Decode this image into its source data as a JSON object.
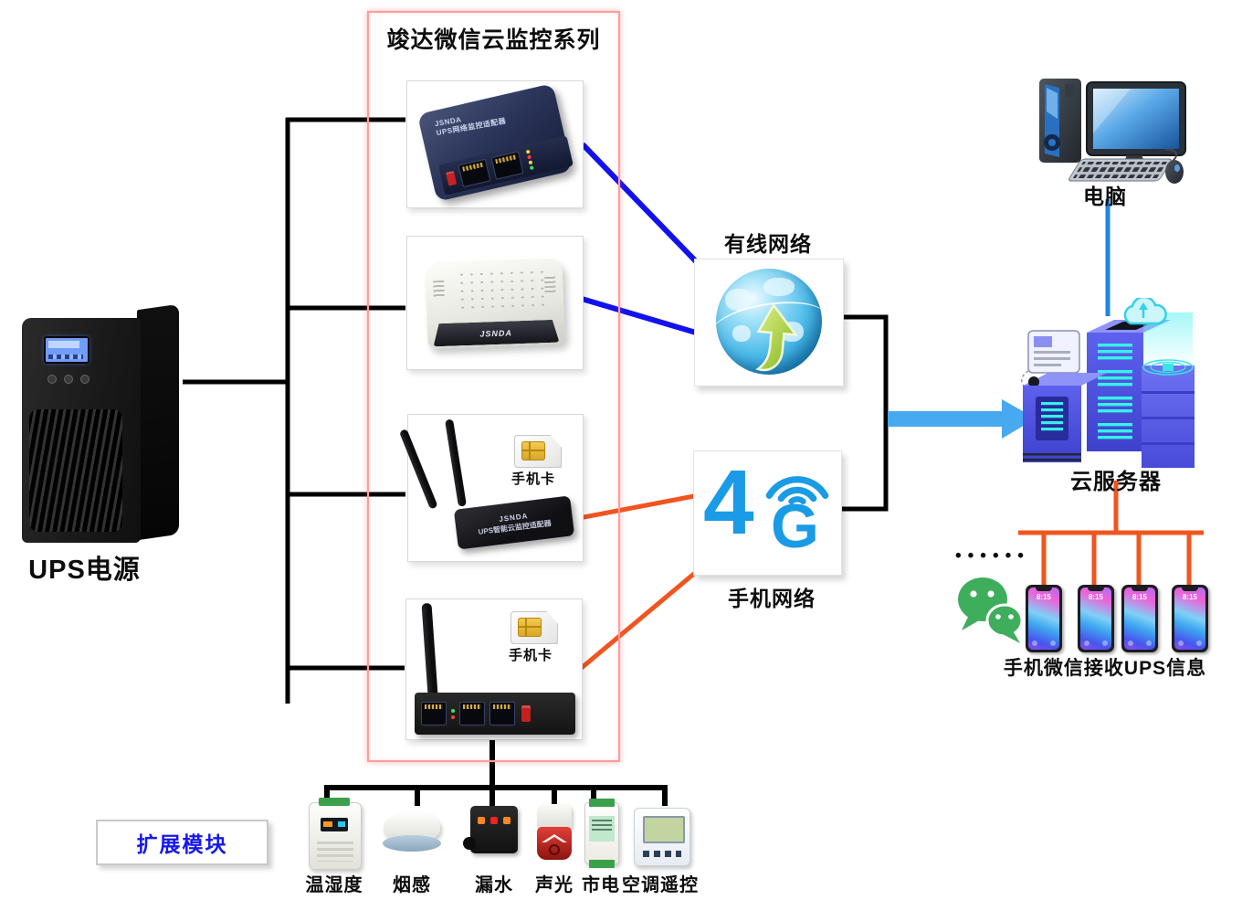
{
  "title": "竣达微信云监控系列",
  "ups": {
    "label": "UPS电源"
  },
  "series_box": {
    "devices": [
      {
        "name": "wired-monitor-adapter",
        "brand": "JSNDA",
        "label": "UPS网络监控适配器"
      },
      {
        "name": "modem-adapter",
        "brand": "JSNDA"
      },
      {
        "name": "4g-cloud-monitor-adapter",
        "brand": "JSNDA",
        "label": "UPS智能云监控适配器",
        "sim_label": "手机卡"
      },
      {
        "name": "4g-rail-adapter",
        "sim_label": "手机卡"
      }
    ]
  },
  "wired_network": {
    "label": "有线网络"
  },
  "mobile_network": {
    "label": "手机网络",
    "badge_4": "4",
    "badge_g": "G"
  },
  "computer": {
    "label": "电脑"
  },
  "cloud_server": {
    "label": "云服务器"
  },
  "phones": {
    "caption": "手机微信接收UPS信息",
    "time": "8:15",
    "count": 4,
    "ellipsis": "••••••"
  },
  "expansion": {
    "label": "扩展模块",
    "sensors": [
      {
        "label": "温湿度"
      },
      {
        "label": "烟感"
      },
      {
        "label": "漏水"
      },
      {
        "label": "声光"
      },
      {
        "label": "市电"
      },
      {
        "label": "空调遥控"
      }
    ]
  },
  "colors": {
    "black_line": "#000000",
    "blue_line": "#1212ee",
    "orange_line": "#f1551f",
    "arrow_blue": "#47a9f0",
    "red_box_border": "#ff9d9d",
    "expansion_label_blue": "#1619e8",
    "g4_blue": "#1a9be6",
    "wechat_green": "#3fae5c"
  }
}
